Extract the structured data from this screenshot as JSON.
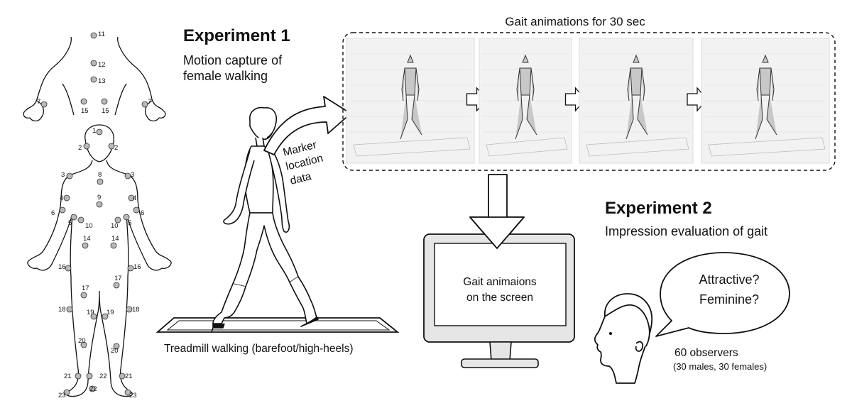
{
  "experiment1": {
    "title": "Experiment 1",
    "subtitle_line1": "Motion capture of",
    "subtitle_line2": "female walking"
  },
  "experiment2": {
    "title": "Experiment 2",
    "subtitle": "Impression evaluation of gait"
  },
  "animations_label": "Gait animations for 30 sec",
  "marker_label": [
    "Marker",
    "location",
    "data"
  ],
  "treadmill_label": "Treadmill walking (barefoot/high-heels)",
  "screen_text": [
    "Gait animaions",
    "on the screen"
  ],
  "speech_text": [
    "Attractive?",
    "Feminine?"
  ],
  "observers": {
    "count_label": "60 observers",
    "detail_label": "(30 males, 30 females)"
  },
  "marker_numbers_upper": [
    "11",
    "12",
    "13",
    "7",
    "7",
    "15",
    "15"
  ],
  "marker_numbers_front": [
    "1",
    "2",
    "2",
    "3",
    "3",
    "8",
    "4",
    "4",
    "6",
    "6",
    "5",
    "5",
    "9",
    "10",
    "10",
    "14",
    "14",
    "16",
    "16",
    "17",
    "17",
    "18",
    "18",
    "19",
    "19",
    "20",
    "20",
    "21",
    "21",
    "22",
    "22",
    "23",
    "23"
  ],
  "colors": {
    "marker_fill": "#b8b8b8",
    "line": "#111111",
    "panel_bg": "#f2f2f2",
    "figure_fill": "#c8c8c8"
  }
}
